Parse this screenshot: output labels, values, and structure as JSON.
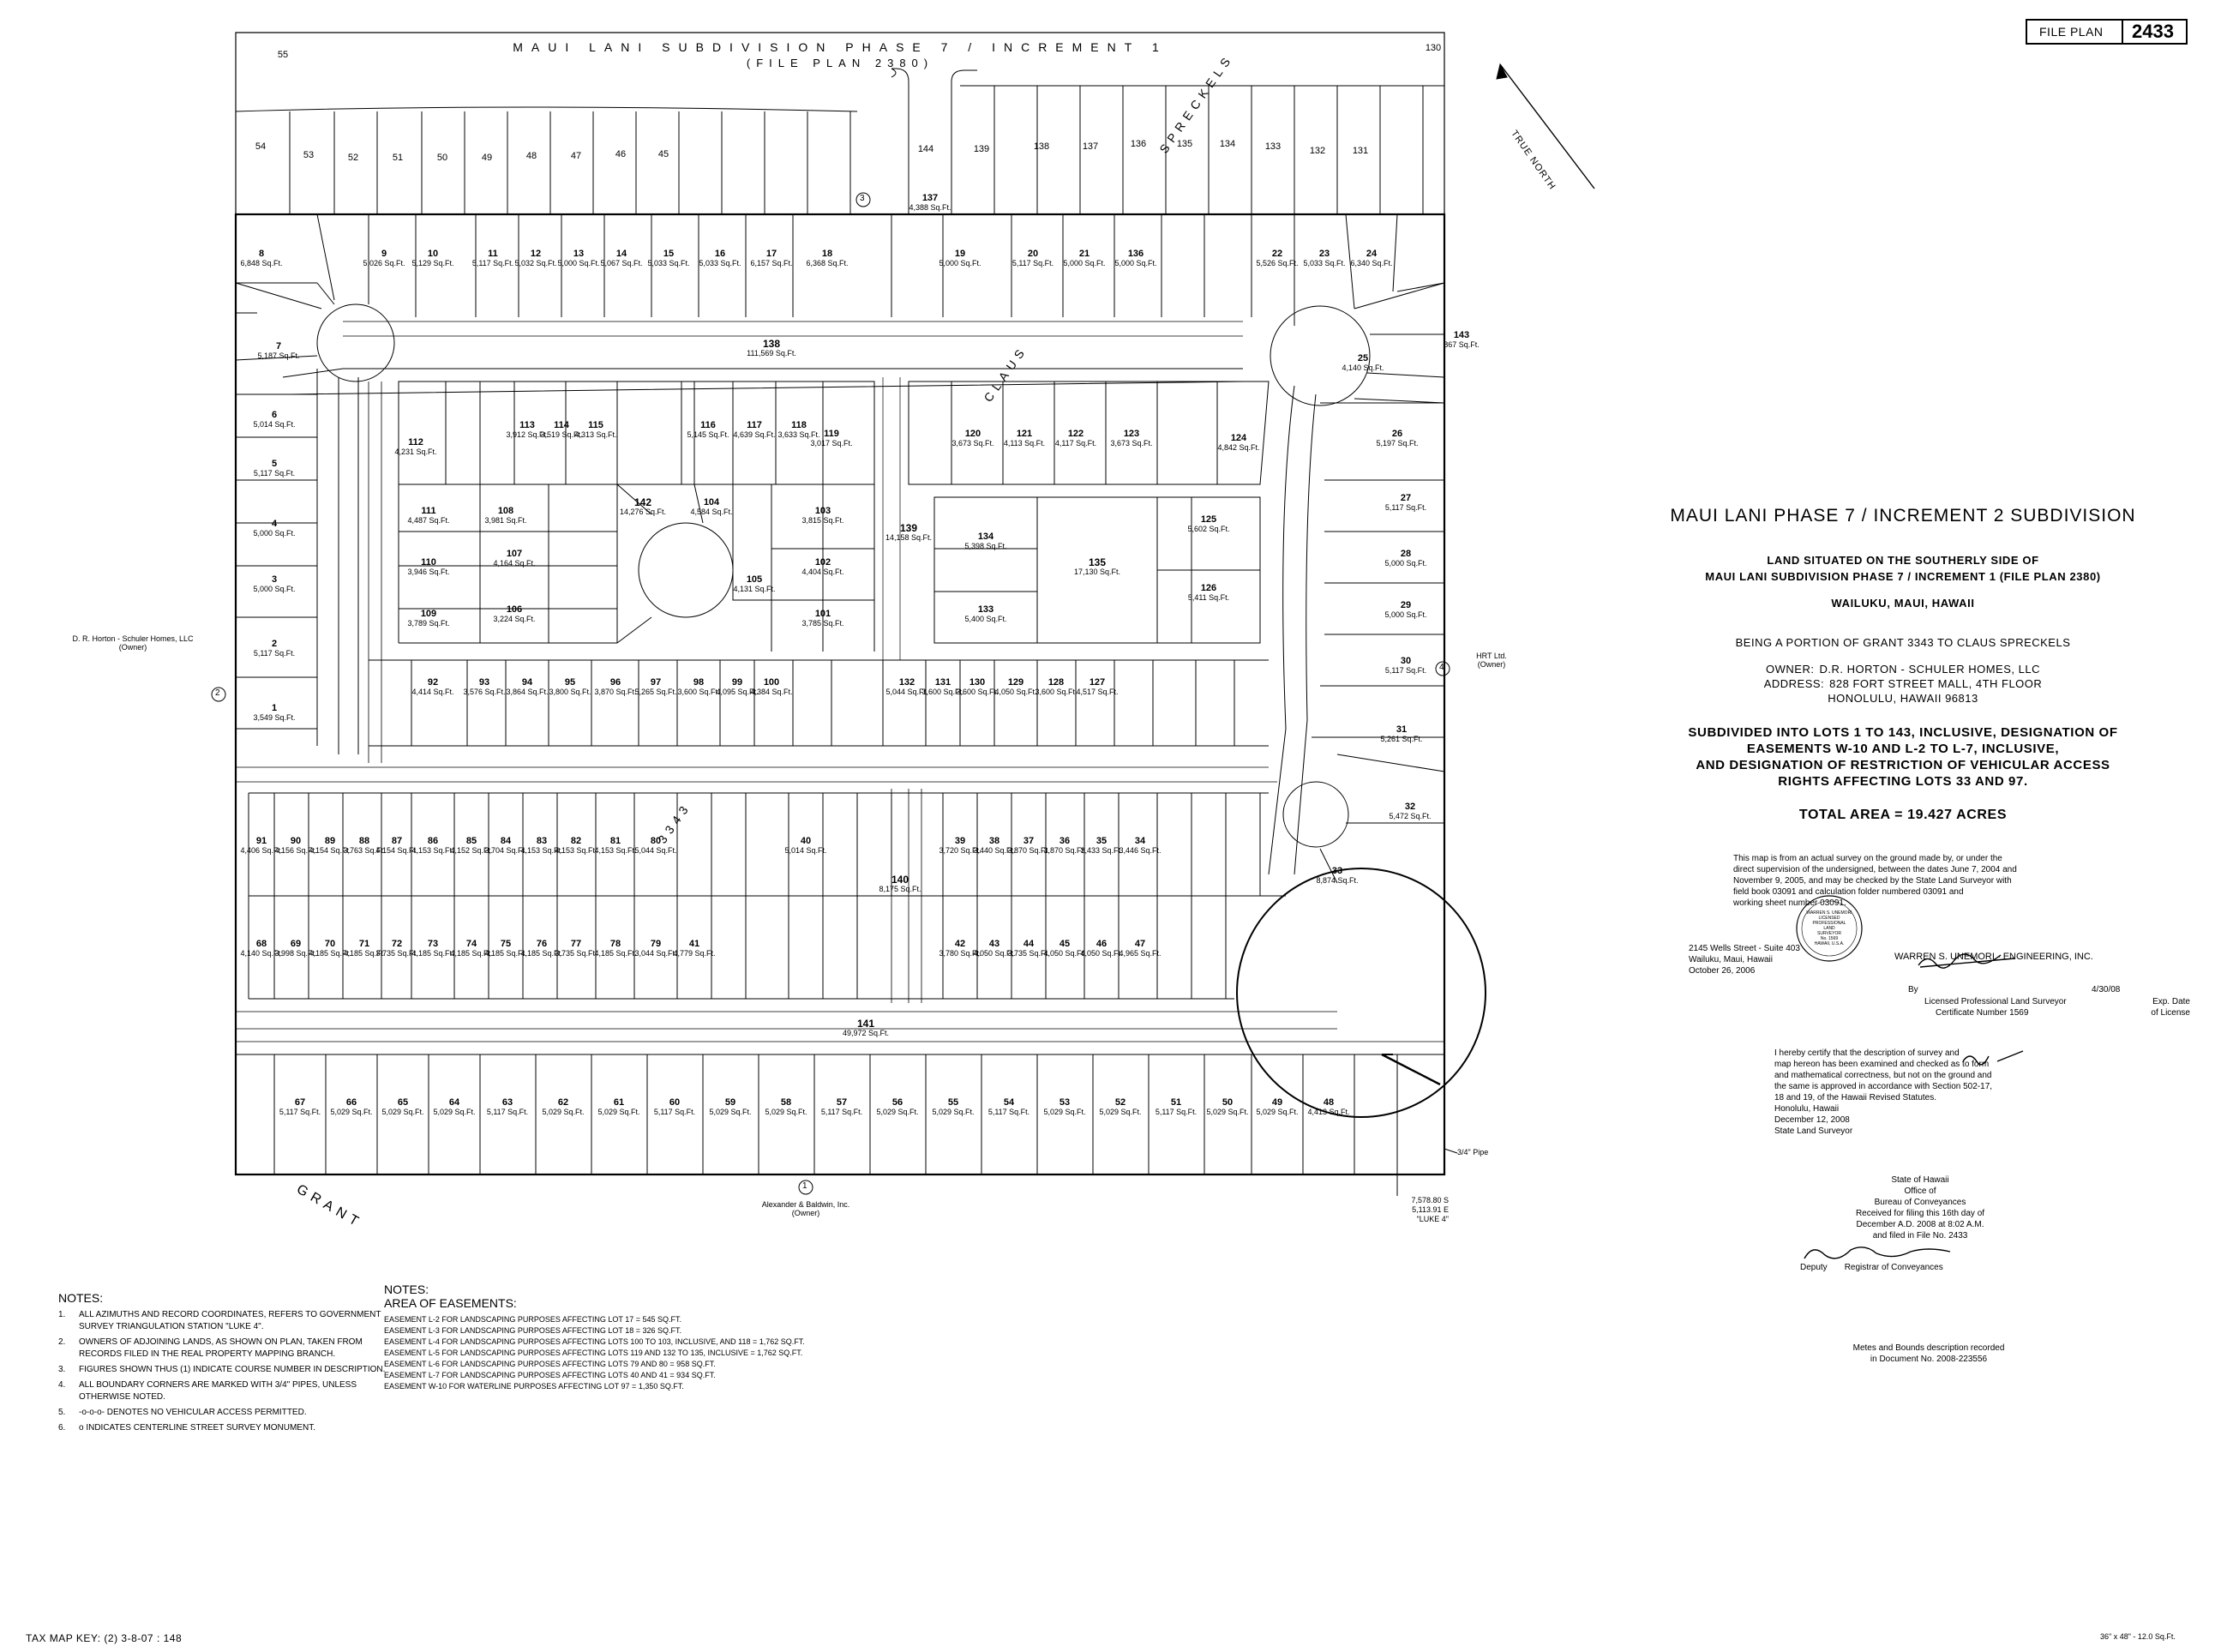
{
  "file_plan": {
    "label": "FILE PLAN",
    "number": "2433"
  },
  "header": {
    "adjoining_subdivision": "MAUI LANI SUBDIVISION PHASE 7 / INCREMENT 1",
    "adjoining_file_plan": "(FILE PLAN 2380)"
  },
  "north_arrow": {
    "label": "TRUE NORTH"
  },
  "title_block": {
    "title": "MAUI LANI PHASE 7 / INCREMENT 2 SUBDIVISION",
    "land_line1": "LAND SITUATED ON THE SOUTHERLY SIDE OF",
    "land_line2": "MAUI LANI SUBDIVISION PHASE 7 / INCREMENT 1 (FILE PLAN 2380)",
    "location": "WAILUKU, MAUI, HAWAII",
    "grant": "BEING A PORTION OF GRANT 3343 TO CLAUS SPRECKELS",
    "owner_label": "OWNER:",
    "owner": "D.R. HORTON - SCHULER HOMES, LLC",
    "address_label": "ADDRESS:",
    "address1": "828 FORT STREET MALL, 4TH FLOOR",
    "address2": "HONOLULU, HAWAII 96813",
    "subdivided1": "SUBDIVIDED INTO LOTS 1 TO 143, INCLUSIVE, DESIGNATION OF",
    "subdivided2": "EASEMENTS W-10 AND L-2 TO L-7, INCLUSIVE,",
    "subdivided3": "AND DESIGNATION OF RESTRICTION OF VEHICULAR ACCESS",
    "subdivided4": "RIGHTS AFFECTING LOTS 33 AND 97.",
    "total_area": "TOTAL AREA = 19.427 ACRES"
  },
  "survey_statement": [
    "This map is from an actual survey on the ground made by, or under the",
    "direct supervision of the undersigned, between the dates June 7, 2004 and",
    "November 9, 2005, and may be checked by the State Land Surveyor with",
    "field book 03091 and calculation folder numbered 03091 and",
    "working sheet number 03091."
  ],
  "surveyor": {
    "address1": "2145 Wells Street - Suite 403",
    "address2": "Wailuku, Maui, Hawaii",
    "date": "October 26, 2006",
    "firm": "WARREN S. UNEMORI - ENGINEERING, INC.",
    "by": "By",
    "sign_date": "4/30/08",
    "licensed": "Licensed Professional Land Surveyor",
    "exp": "Exp. Date",
    "certificate": "Certificate Number 1569",
    "of_license": "of License",
    "seal1": "WARREN S. UNEMORI",
    "seal2": "LICENSED",
    "seal3": "PROFESSIONAL",
    "seal4": "LAND",
    "seal5": "SURVEYOR",
    "seal6": "No. 1569",
    "seal7": "HAWAII, U.S.A."
  },
  "certification": [
    "I hereby certify that the description of survey and",
    "map hereon has been examined and checked as to form",
    "and mathematical correctness, but not on the ground and",
    "the same is approved in accordance with Section 502-17,",
    "18 and 19, of the Hawaii Revised Statutes.",
    "Honolulu, Hawaii",
    "December 12, 2008",
    "State Land Surveyor"
  ],
  "bureau": {
    "l1": "State of Hawaii",
    "l2": "Office of",
    "l3": "Bureau of Conveyances",
    "l4": "Received for filing this 16th day of",
    "l5": "December A.D. 2008 at 8:02 A.M.",
    "l6": "and filed in File No. 2433",
    "l7": "Registrar of Conveyances",
    "deputy": "Deputy",
    "metes1": "Metes and Bounds description recorded",
    "metes2": "in Document No. 2008-223556"
  },
  "notes": {
    "heading": "NOTES:",
    "items": [
      {
        "n": "1.",
        "t": "ALL AZIMUTHS AND RECORD COORDINATES, REFERS TO GOVERNMENT SURVEY TRIANGULATION STATION \"LUKE 4\"."
      },
      {
        "n": "2.",
        "t": "OWNERS OF ADJOINING LANDS, AS SHOWN ON PLAN, TAKEN FROM RECORDS FILED IN THE REAL PROPERTY MAPPING BRANCH."
      },
      {
        "n": "3.",
        "t": "FIGURES SHOWN THUS (1) INDICATE COURSE NUMBER IN DESCRIPTION."
      },
      {
        "n": "4.",
        "t": "ALL BOUNDARY CORNERS ARE MARKED WITH 3/4\" PIPES, UNLESS OTHERWISE NOTED."
      },
      {
        "n": "5.",
        "t": "-o-o-o- DENOTES NO VEHICULAR ACCESS PERMITTED."
      },
      {
        "n": "6.",
        "t": "o INDICATES CENTERLINE STREET SURVEY MONUMENT."
      }
    ]
  },
  "easement_notes": {
    "heading": "NOTES:",
    "subheading": "AREA OF EASEMENTS:",
    "items": [
      "EASEMENT L-2 FOR LANDSCAPING PURPOSES AFFECTING LOT 17 = 545 SQ.FT.",
      "EASEMENT L-3 FOR LANDSCAPING PURPOSES AFFECTING LOT 18 = 326 SQ.FT.",
      "EASEMENT L-4 FOR LANDSCAPING PURPOSES AFFECTING LOTS 100 TO 103, INCLUSIVE, AND 118 = 1,762 SQ.FT.",
      "EASEMENT L-5 FOR LANDSCAPING PURPOSES AFFECTING LOTS 119 AND 132 TO 135, INCLUSIVE = 1,762 SQ.FT.",
      "EASEMENT L-6 FOR LANDSCAPING PURPOSES AFFECTING LOTS 79 AND 80 = 958 SQ.FT.",
      "EASEMENT L-7 FOR LANDSCAPING PURPOSES AFFECTING LOTS 40 AND 41 = 934 SQ.FT.",
      "EASEMENT W-10 FOR WATERLINE PURPOSES AFFECTING LOT 97 = 1,350 SQ.FT."
    ]
  },
  "tax_map_key": "TAX MAP KEY:  (2) 3-8-07 : 148",
  "sheet_size": "36\" x 48\" - 12.0 Sq.Ft.",
  "adjoining_owners": {
    "west": "D. R. Horton - Schuler Homes, LLC",
    "west_sub": "(Owner)",
    "south": "Alexander & Baldwin, Inc.",
    "south_sub": "(Owner)",
    "east": "HRT Ltd.",
    "east_sub": "(Owner)"
  },
  "station": {
    "l1": "7,578.80 S",
    "l2": "5,113.91 E",
    "l3": "\"LUKE 4\""
  },
  "pipe": "3/4\" Pipe",
  "lots_row1": [
    {
      "n": "8",
      "a": "6,848"
    },
    {
      "n": "9",
      "a": "5,026"
    },
    {
      "n": "10",
      "a": "5,129"
    },
    {
      "n": "11",
      "a": "5,117"
    },
    {
      "n": "12",
      "a": "5,032"
    },
    {
      "n": "13",
      "a": "5,000"
    },
    {
      "n": "14",
      "a": "5,067"
    },
    {
      "n": "15",
      "a": "5,033"
    },
    {
      "n": "16",
      "a": "5,033"
    },
    {
      "n": "17",
      "a": "6,157"
    },
    {
      "n": "18",
      "a": "6,368"
    },
    {
      "n": "19",
      "a": "5,000"
    },
    {
      "n": "20",
      "a": "5,117"
    },
    {
      "n": "21",
      "a": "5,000"
    },
    {
      "n": "136",
      "a": "5,000"
    },
    {
      "n": "22",
      "a": "5,526"
    },
    {
      "n": "23",
      "a": "5,033"
    },
    {
      "n": "24",
      "a": "6,340"
    }
  ],
  "lots_row_bottom": [
    {
      "n": "67",
      "a": "5,117"
    },
    {
      "n": "66",
      "a": "5,029"
    },
    {
      "n": "65",
      "a": "5,029"
    },
    {
      "n": "64",
      "a": "5,029"
    },
    {
      "n": "63",
      "a": "5,117"
    },
    {
      "n": "62",
      "a": "5,029"
    },
    {
      "n": "61",
      "a": "5,029"
    },
    {
      "n": "60",
      "a": "5,117"
    },
    {
      "n": "59",
      "a": "5,029"
    },
    {
      "n": "58",
      "a": "5,029"
    },
    {
      "n": "57",
      "a": "5,117"
    },
    {
      "n": "56",
      "a": "5,029"
    },
    {
      "n": "55",
      "a": "5,029"
    },
    {
      "n": "54",
      "a": "5,117"
    },
    {
      "n": "53",
      "a": "5,029"
    },
    {
      "n": "52",
      "a": "5,029"
    },
    {
      "n": "51",
      "a": "5,117"
    },
    {
      "n": "50",
      "a": "5,029"
    },
    {
      "n": "49",
      "a": "5,029"
    },
    {
      "n": "48",
      "a": "4,413"
    }
  ],
  "lots_row_4": [
    {
      "n": "91",
      "a": "4,406"
    },
    {
      "n": "90",
      "a": "4,156"
    },
    {
      "n": "89",
      "a": "4,154"
    },
    {
      "n": "88",
      "a": "3,763"
    },
    {
      "n": "87",
      "a": "4,154"
    },
    {
      "n": "86",
      "a": "4,153"
    },
    {
      "n": "85",
      "a": "4,152"
    },
    {
      "n": "84",
      "a": "3,704"
    },
    {
      "n": "83",
      "a": "4,153"
    },
    {
      "n": "82",
      "a": "4,153"
    },
    {
      "n": "81",
      "a": "4,153"
    },
    {
      "n": "80",
      "a": "5,044"
    },
    {
      "n": "40",
      "a": "5,014"
    },
    {
      "n": "39",
      "a": "3,720"
    },
    {
      "n": "38",
      "a": "3,440"
    },
    {
      "n": "37",
      "a": "3,870"
    },
    {
      "n": "36",
      "a": "3,870"
    },
    {
      "n": "35",
      "a": "3,433"
    },
    {
      "n": "34",
      "a": "3,446"
    }
  ],
  "lots_row_5": [
    {
      "n": "68",
      "a": "4,140"
    },
    {
      "n": "69",
      "a": "3,998"
    },
    {
      "n": "70",
      "a": "4,185"
    },
    {
      "n": "71",
      "a": "4,185"
    },
    {
      "n": "72",
      "a": "3,735"
    },
    {
      "n": "73",
      "a": "4,185"
    },
    {
      "n": "74",
      "a": "4,185"
    },
    {
      "n": "75",
      "a": "4,185"
    },
    {
      "n": "76",
      "a": "4,185"
    },
    {
      "n": "77",
      "a": "3,735"
    },
    {
      "n": "78",
      "a": "4,185"
    },
    {
      "n": "79",
      "a": "3,044"
    },
    {
      "n": "41",
      "a": "4,779"
    },
    {
      "n": "42",
      "a": "3,780"
    },
    {
      "n": "43",
      "a": "4,050"
    },
    {
      "n": "44",
      "a": "3,735"
    },
    {
      "n": "45",
      "a": "4,050"
    },
    {
      "n": "46",
      "a": "4,050"
    },
    {
      "n": "47",
      "a": "4,965"
    }
  ],
  "lots_row_3": [
    {
      "n": "92",
      "a": "4,414"
    },
    {
      "n": "93",
      "a": "3,576"
    },
    {
      "n": "94",
      "a": "3,864"
    },
    {
      "n": "95",
      "a": "3,800"
    },
    {
      "n": "96",
      "a": "3,870"
    },
    {
      "n": "97",
      "a": "5,265"
    },
    {
      "n": "98",
      "a": "3,600"
    },
    {
      "n": "99",
      "a": "4,095"
    },
    {
      "n": "100",
      "a": "4,384"
    },
    {
      "n": "132",
      "a": "5,044"
    },
    {
      "n": "131",
      "a": "3,600"
    },
    {
      "n": "130",
      "a": "3,600"
    },
    {
      "n": "129",
      "a": "4,050"
    },
    {
      "n": "128",
      "a": "3,600"
    },
    {
      "n": "127",
      "a": "4,517"
    }
  ],
  "lots_row_2": [
    {
      "n": "113",
      "a": "3,912"
    },
    {
      "n": "114",
      "a": "3,519"
    },
    {
      "n": "115",
      "a": "4,313"
    },
    {
      "n": "116",
      "a": "5,145"
    },
    {
      "n": "117",
      "a": "4,639"
    },
    {
      "n": "118",
      "a": "3,633"
    },
    {
      "n": "119",
      "a": "3,017"
    },
    {
      "n": "120",
      "a": "3,673"
    },
    {
      "n": "121",
      "a": "4,113"
    },
    {
      "n": "122",
      "a": "4,117"
    },
    {
      "n": "123",
      "a": "3,673"
    },
    {
      "n": "124",
      "a": "4,842"
    }
  ],
  "lots_misc": [
    {
      "n": "7",
      "a": "5,187"
    },
    {
      "n": "6",
      "a": "5,014"
    },
    {
      "n": "5",
      "a": "5,117"
    },
    {
      "n": "4",
      "a": "5,000"
    },
    {
      "n": "3",
      "a": "5,000"
    },
    {
      "n": "2",
      "a": "5,117"
    },
    {
      "n": "1",
      "a": "3,549"
    },
    {
      "n": "112",
      "a": "4,231"
    },
    {
      "n": "111",
      "a": "4,487"
    },
    {
      "n": "110",
      "a": "3,946"
    },
    {
      "n": "109",
      "a": "3,789"
    },
    {
      "n": "108",
      "a": "3,981"
    },
    {
      "n": "107",
      "a": "4,164"
    },
    {
      "n": "106",
      "a": "3,224"
    },
    {
      "n": "142",
      "a": "14,276"
    },
    {
      "n": "104",
      "a": "4,584"
    },
    {
      "n": "105",
      "a": "4,131"
    },
    {
      "n": "103",
      "a": "3,815"
    },
    {
      "n": "102",
      "a": "4,404"
    },
    {
      "n": "101",
      "a": "3,785"
    },
    {
      "n": "139",
      "a": "14,158"
    },
    {
      "n": "134",
      "a": "5,398"
    },
    {
      "n": "133",
      "a": "5,400"
    },
    {
      "n": "135",
      "a": "17,130"
    },
    {
      "n": "125",
      "a": "5,602"
    },
    {
      "n": "126",
      "a": "5,411"
    },
    {
      "n": "25",
      "a": "4,140"
    },
    {
      "n": "26",
      "a": "5,197"
    },
    {
      "n": "27",
      "a": "5,117"
    },
    {
      "n": "28",
      "a": "5,000"
    },
    {
      "n": "29",
      "a": "5,000"
    },
    {
      "n": "30",
      "a": "5,117"
    },
    {
      "n": "31",
      "a": "5,261"
    },
    {
      "n": "32",
      "a": "5,472"
    },
    {
      "n": "33",
      "a": "8,874"
    },
    {
      "n": "137",
      "a": "4,388"
    },
    {
      "n": "138",
      "a": "111,569"
    },
    {
      "n": "140",
      "a": "8,175"
    },
    {
      "n": "141",
      "a": "49,972"
    },
    {
      "n": "143",
      "a": "867"
    }
  ],
  "north_lots": [
    "55",
    "54",
    "53",
    "52",
    "51",
    "50",
    "49",
    "48",
    "47",
    "46",
    "45",
    "144",
    "139",
    "138",
    "137",
    "136",
    "135",
    "134",
    "133",
    "132",
    "131",
    "130"
  ],
  "sqft": "Sq.Ft."
}
